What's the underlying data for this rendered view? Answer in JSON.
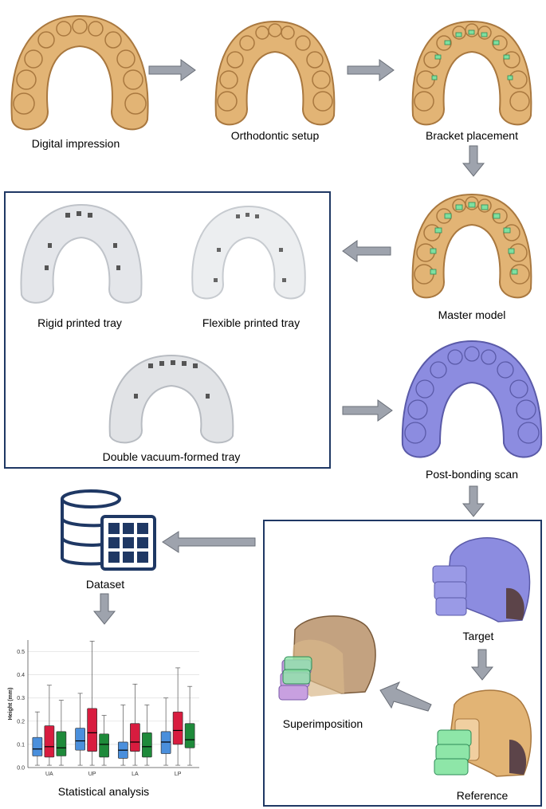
{
  "labels": {
    "digital_impression": "Digital impression",
    "orthodontic_setup": "Orthodontic setup",
    "bracket_placement": "Bracket placement",
    "master_model": "Master model",
    "rigid_tray": "Rigid printed tray",
    "flexible_tray": "Flexible printed tray",
    "double_tray": "Double vacuum-formed tray",
    "post_bonding_scan": "Post-bonding scan",
    "dataset": "Dataset",
    "target": "Target",
    "reference": "Reference",
    "superimposition": "Superimposition",
    "statistical_analysis": "Statistical analysis"
  },
  "colors": {
    "tooth": "#e2b475",
    "tooth_edge": "#a9783f",
    "bracket": "#7fe0a0",
    "tray": "#e4e6ea",
    "scan": "#8c8ce0",
    "arrow": "#9ea3ad",
    "frame": "#1f3864",
    "series": [
      "#4a8fdc",
      "#d81c3f",
      "#1e8a3a"
    ]
  },
  "chart_data": {
    "type": "box",
    "ylabel": "Height (mm)",
    "categories": [
      "UA",
      "UP",
      "LA",
      "LP"
    ],
    "yticks": [
      "0.0",
      "0.1",
      "0.2",
      "0.3",
      "0.4",
      "0.5"
    ],
    "ylim": [
      0,
      0.55
    ],
    "series": [
      {
        "boxes": [
          {
            "min": 0.01,
            "q1": 0.05,
            "median": 0.08,
            "q3": 0.13,
            "max": 0.24
          },
          {
            "min": 0.01,
            "q1": 0.075,
            "median": 0.115,
            "q3": 0.17,
            "max": 0.32
          },
          {
            "min": 0.01,
            "q1": 0.04,
            "median": 0.075,
            "q3": 0.11,
            "max": 0.27
          },
          {
            "min": 0.01,
            "q1": 0.06,
            "median": 0.11,
            "q3": 0.155,
            "max": 0.3
          }
        ]
      },
      {
        "boxes": [
          {
            "min": 0.01,
            "q1": 0.045,
            "median": 0.09,
            "q3": 0.18,
            "max": 0.355
          },
          {
            "min": 0.01,
            "q1": 0.07,
            "median": 0.15,
            "q3": 0.255,
            "max": 0.545
          },
          {
            "min": 0.01,
            "q1": 0.07,
            "median": 0.11,
            "q3": 0.19,
            "max": 0.36
          },
          {
            "min": 0.01,
            "q1": 0.1,
            "median": 0.16,
            "q3": 0.24,
            "max": 0.43
          }
        ]
      },
      {
        "boxes": [
          {
            "min": 0.01,
            "q1": 0.05,
            "median": 0.085,
            "q3": 0.155,
            "max": 0.29
          },
          {
            "min": 0.01,
            "q1": 0.045,
            "median": 0.1,
            "q3": 0.145,
            "max": 0.225
          },
          {
            "min": 0.01,
            "q1": 0.045,
            "median": 0.09,
            "q3": 0.15,
            "max": 0.27
          },
          {
            "min": 0.01,
            "q1": 0.085,
            "median": 0.12,
            "q3": 0.19,
            "max": 0.35
          }
        ]
      }
    ]
  }
}
